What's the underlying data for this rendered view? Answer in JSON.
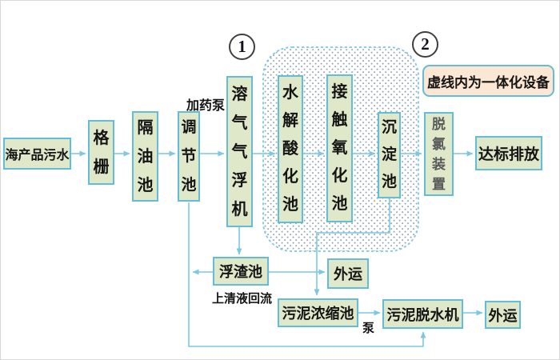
{
  "diagram": {
    "type": "process-flowchart",
    "nodes": {
      "seafood_wastewater": "海产品污水",
      "bar_screen": "格栅",
      "oil_separation_tank": "隔油池",
      "regulating_tank": "调节池",
      "daf_machine": "溶气气浮机",
      "hydrolysis_acidification_tank": "水解酸化池",
      "contact_oxidation_tank": "接触氧化池",
      "sedimentation_tank": "沉淀池",
      "dechlorination_unit": "脱氯装置",
      "discharge": "达标排放",
      "scum_tank": "浮渣池",
      "waste_out_top": "外运",
      "sludge_thickening_tank": "污泥浓缩池",
      "sludge_dewatering_machine": "污泥脱水机",
      "waste_out_bottom": "外运"
    },
    "labels": {
      "dosing_pump": "加药泵",
      "supernatant_return": "上清液回流",
      "pump": "泵"
    },
    "legend": {
      "integrated_note": "虚线内为一体化设备"
    },
    "markers": {
      "one": "1",
      "two": "2"
    },
    "colors": {
      "node_fill": "#dfe9ca",
      "node_border": "#63bcd9",
      "line": "#7cc7e2",
      "legend_fill": "#fbe7d3",
      "muted_text": "#595959",
      "text": "#141414",
      "dot_pattern": "#8fa7b2",
      "marker_ring": "#3f3f3f"
    }
  }
}
